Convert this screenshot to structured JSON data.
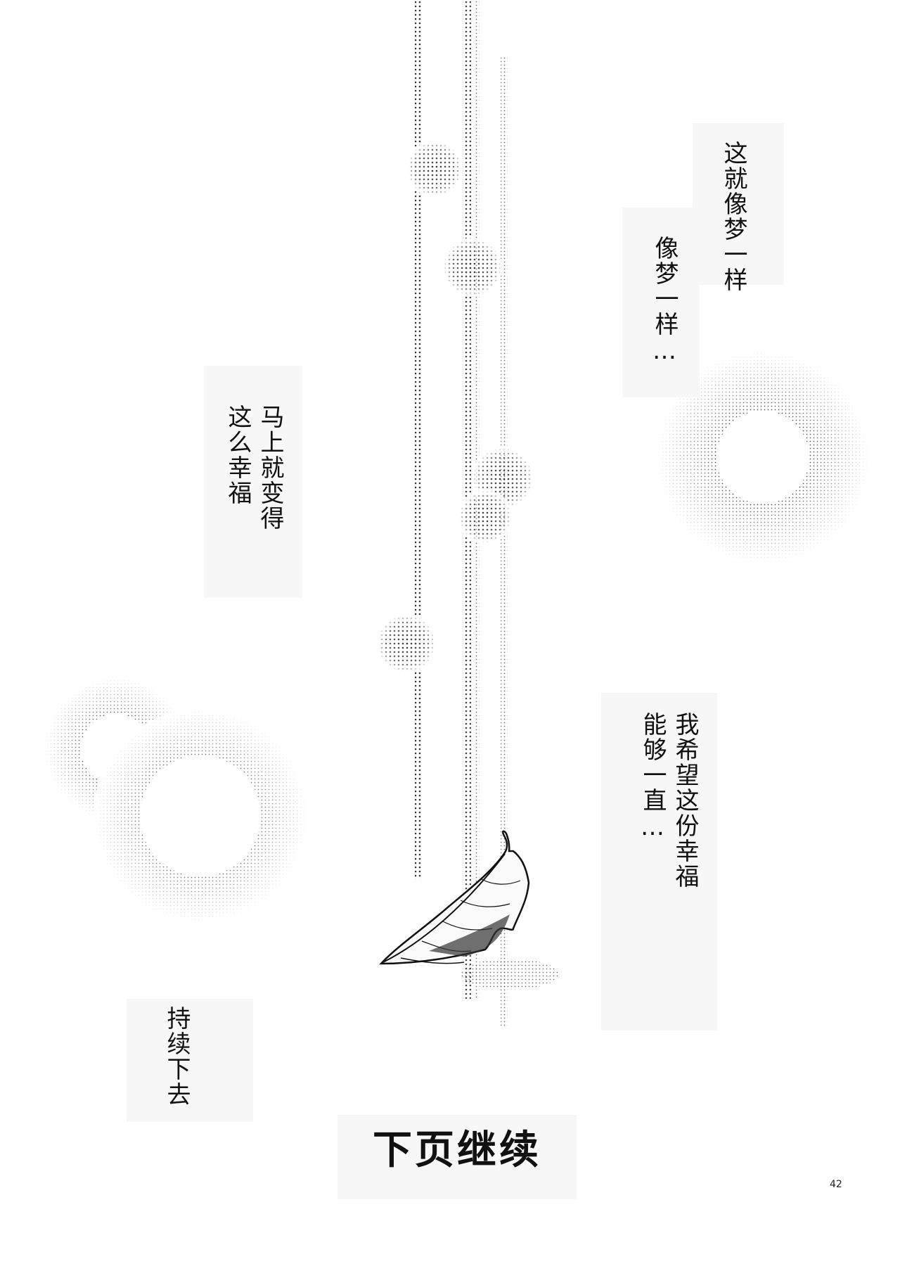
{
  "captions": {
    "dream_1": "这就像梦一样",
    "dream_2": "像梦一样…",
    "happy": [
      "马上就变得",
      "这么幸福"
    ],
    "wish": [
      "我希望这份幸福",
      "能够一直…"
    ],
    "continue": "持续下去"
  },
  "next_page": "下页继续",
  "page_number": "42",
  "illustration": {
    "elements": [
      "halftone-vertical-lines",
      "halftone-circles",
      "fallen-leaf"
    ]
  },
  "colors": {
    "ink": "#111111",
    "paper": "#ffffff",
    "tone": "#f7f7f7"
  }
}
